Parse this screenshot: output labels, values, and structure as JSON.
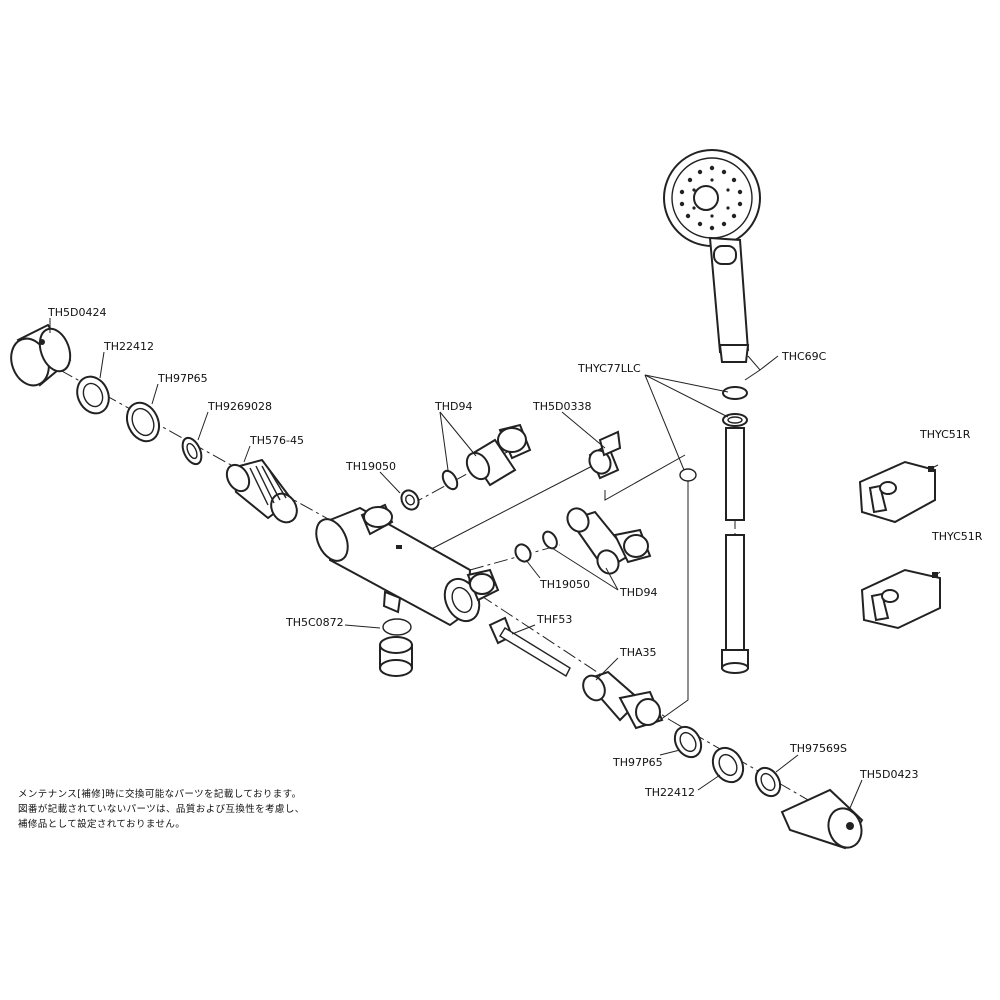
{
  "labels": {
    "th5d0424": "TH5D0424",
    "th22412_a": "TH22412",
    "th97p65_a": "TH97P65",
    "th9269028": "TH9269028",
    "th576_45": "TH576-45",
    "th19050_a": "TH19050",
    "thd94_a": "THD94",
    "th5d0338": "TH5D0338",
    "thyc77llc": "THYC77LLC",
    "thc69c": "THC69C",
    "thyc51r_a": "THYC51R",
    "thyc51r_b": "THYC51R",
    "th19050_b": "TH19050",
    "thd94_b": "THD94",
    "th5c0872": "TH5C0872",
    "thf53": "THF53",
    "tha35": "THA35",
    "th97p65_b": "TH97P65",
    "th22412_b": "TH22412",
    "th97569s": "TH97569S",
    "th5d0423": "TH5D0423"
  },
  "note": {
    "line1": "メンテナンス[補修]時に交換可能なパーツを記載しております。",
    "line2": "図番が記載されていないパーツは、品質および互換性を考慮し、",
    "line3": "補修品として設定されておりません。"
  }
}
